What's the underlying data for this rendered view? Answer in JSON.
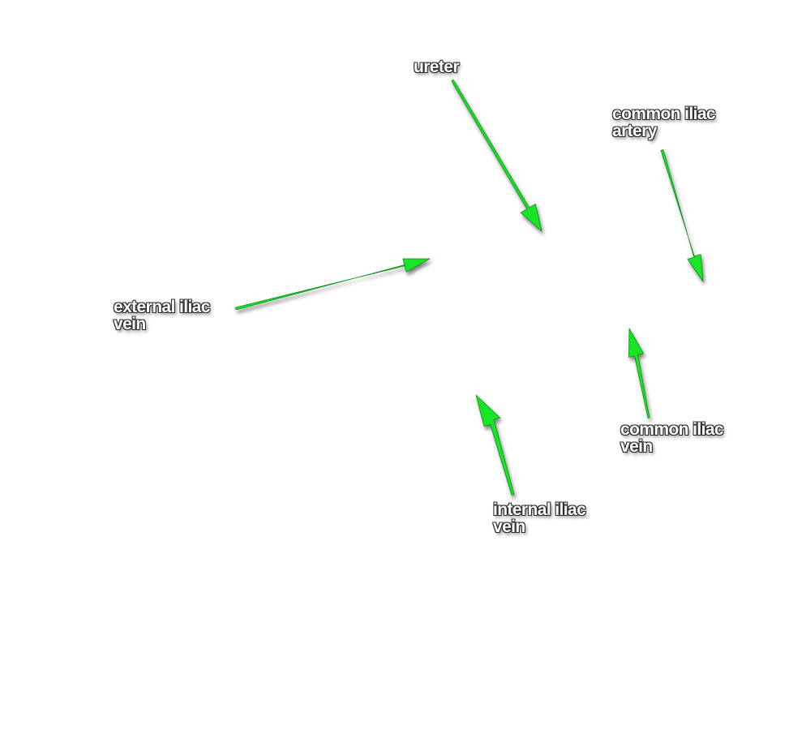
{
  "labels": {
    "ureter": [
      "ureter"
    ],
    "common_iliac_artery": [
      "common iliac",
      "artery"
    ],
    "external_iliac_vein": [
      "external iliac",
      "vein"
    ],
    "common_iliac_vein": [
      "common iliac",
      "vein"
    ],
    "internal_iliac_vein": [
      "internal iliac",
      "vein"
    ]
  },
  "colors": {
    "arrow": "#17e628",
    "arrow_outline": "#0c8c16",
    "label_text": "#ffffff",
    "label_outline": "#2a2a2a",
    "background": "#ffffff"
  }
}
